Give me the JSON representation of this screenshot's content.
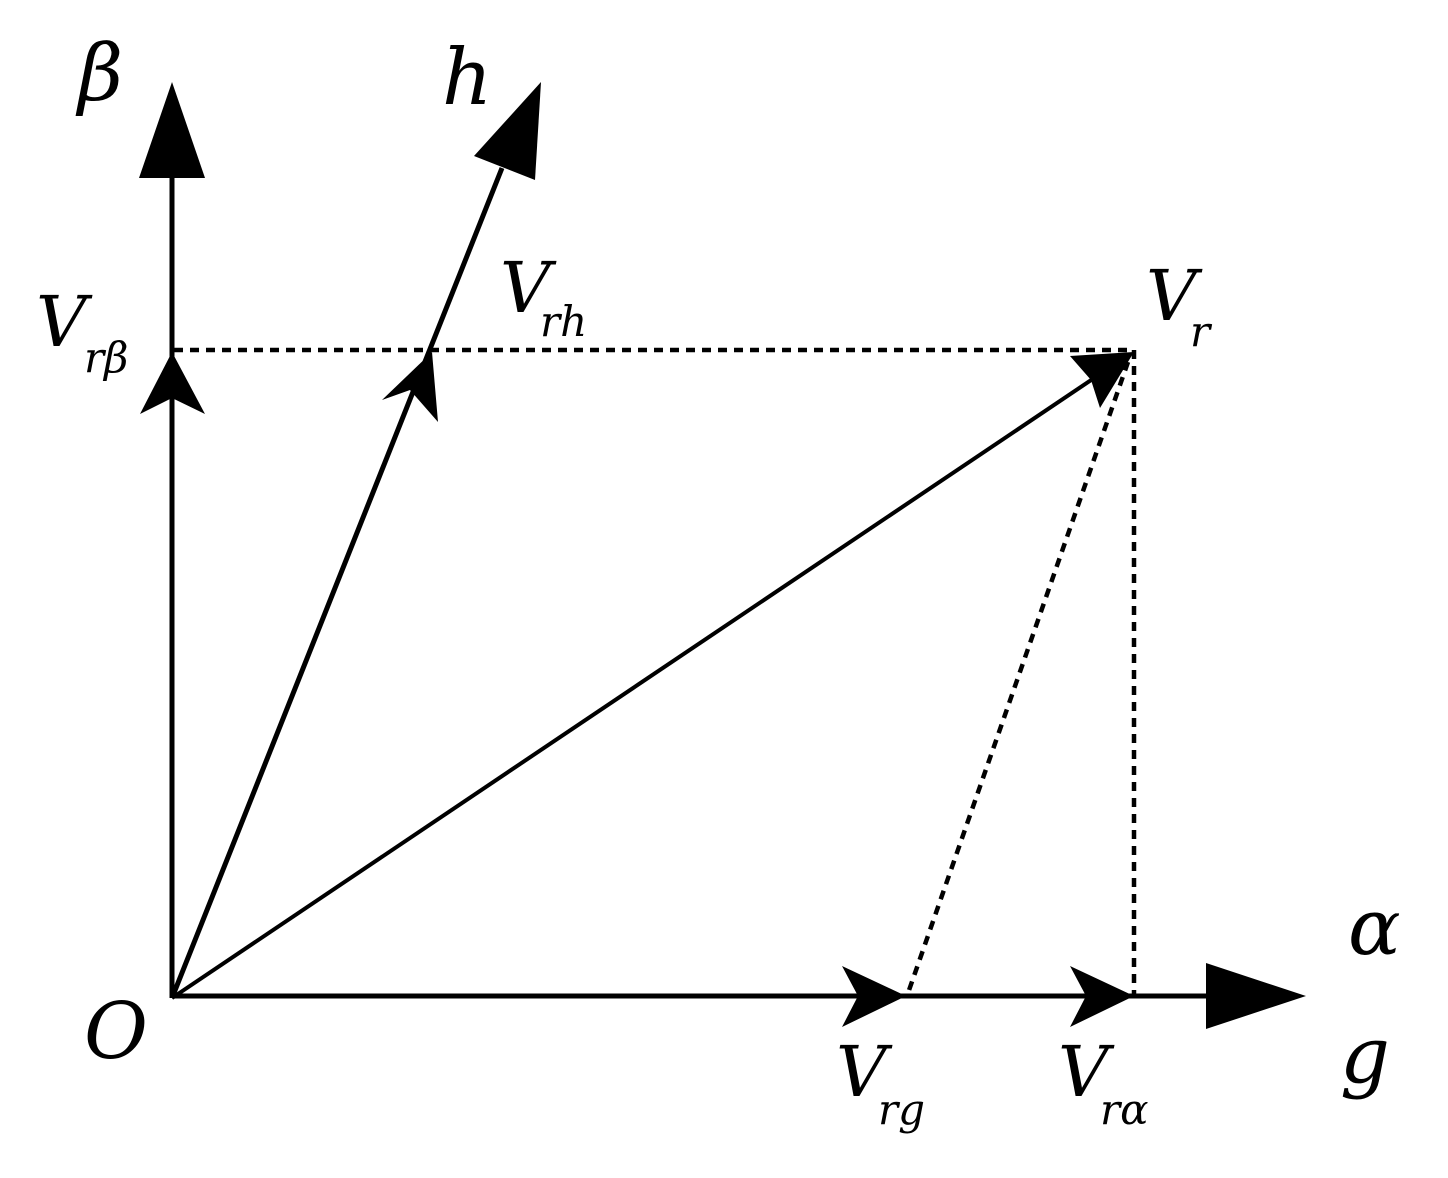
{
  "labels": {
    "origin": "O",
    "beta_axis": "β",
    "h_axis": "h",
    "alpha_axis": "α",
    "g_axis": "g",
    "v_r_beta": {
      "main": "V",
      "sub": "rβ"
    },
    "v_rh": {
      "main": "V",
      "sub": "rh"
    },
    "v_r": {
      "main": "V",
      "sub": "r"
    },
    "v_rg": {
      "main": "V",
      "sub": "rg"
    },
    "v_r_alpha": {
      "main": "V",
      "sub": "rα"
    }
  },
  "colors": {
    "line": "#000000",
    "background": "#ffffff"
  }
}
